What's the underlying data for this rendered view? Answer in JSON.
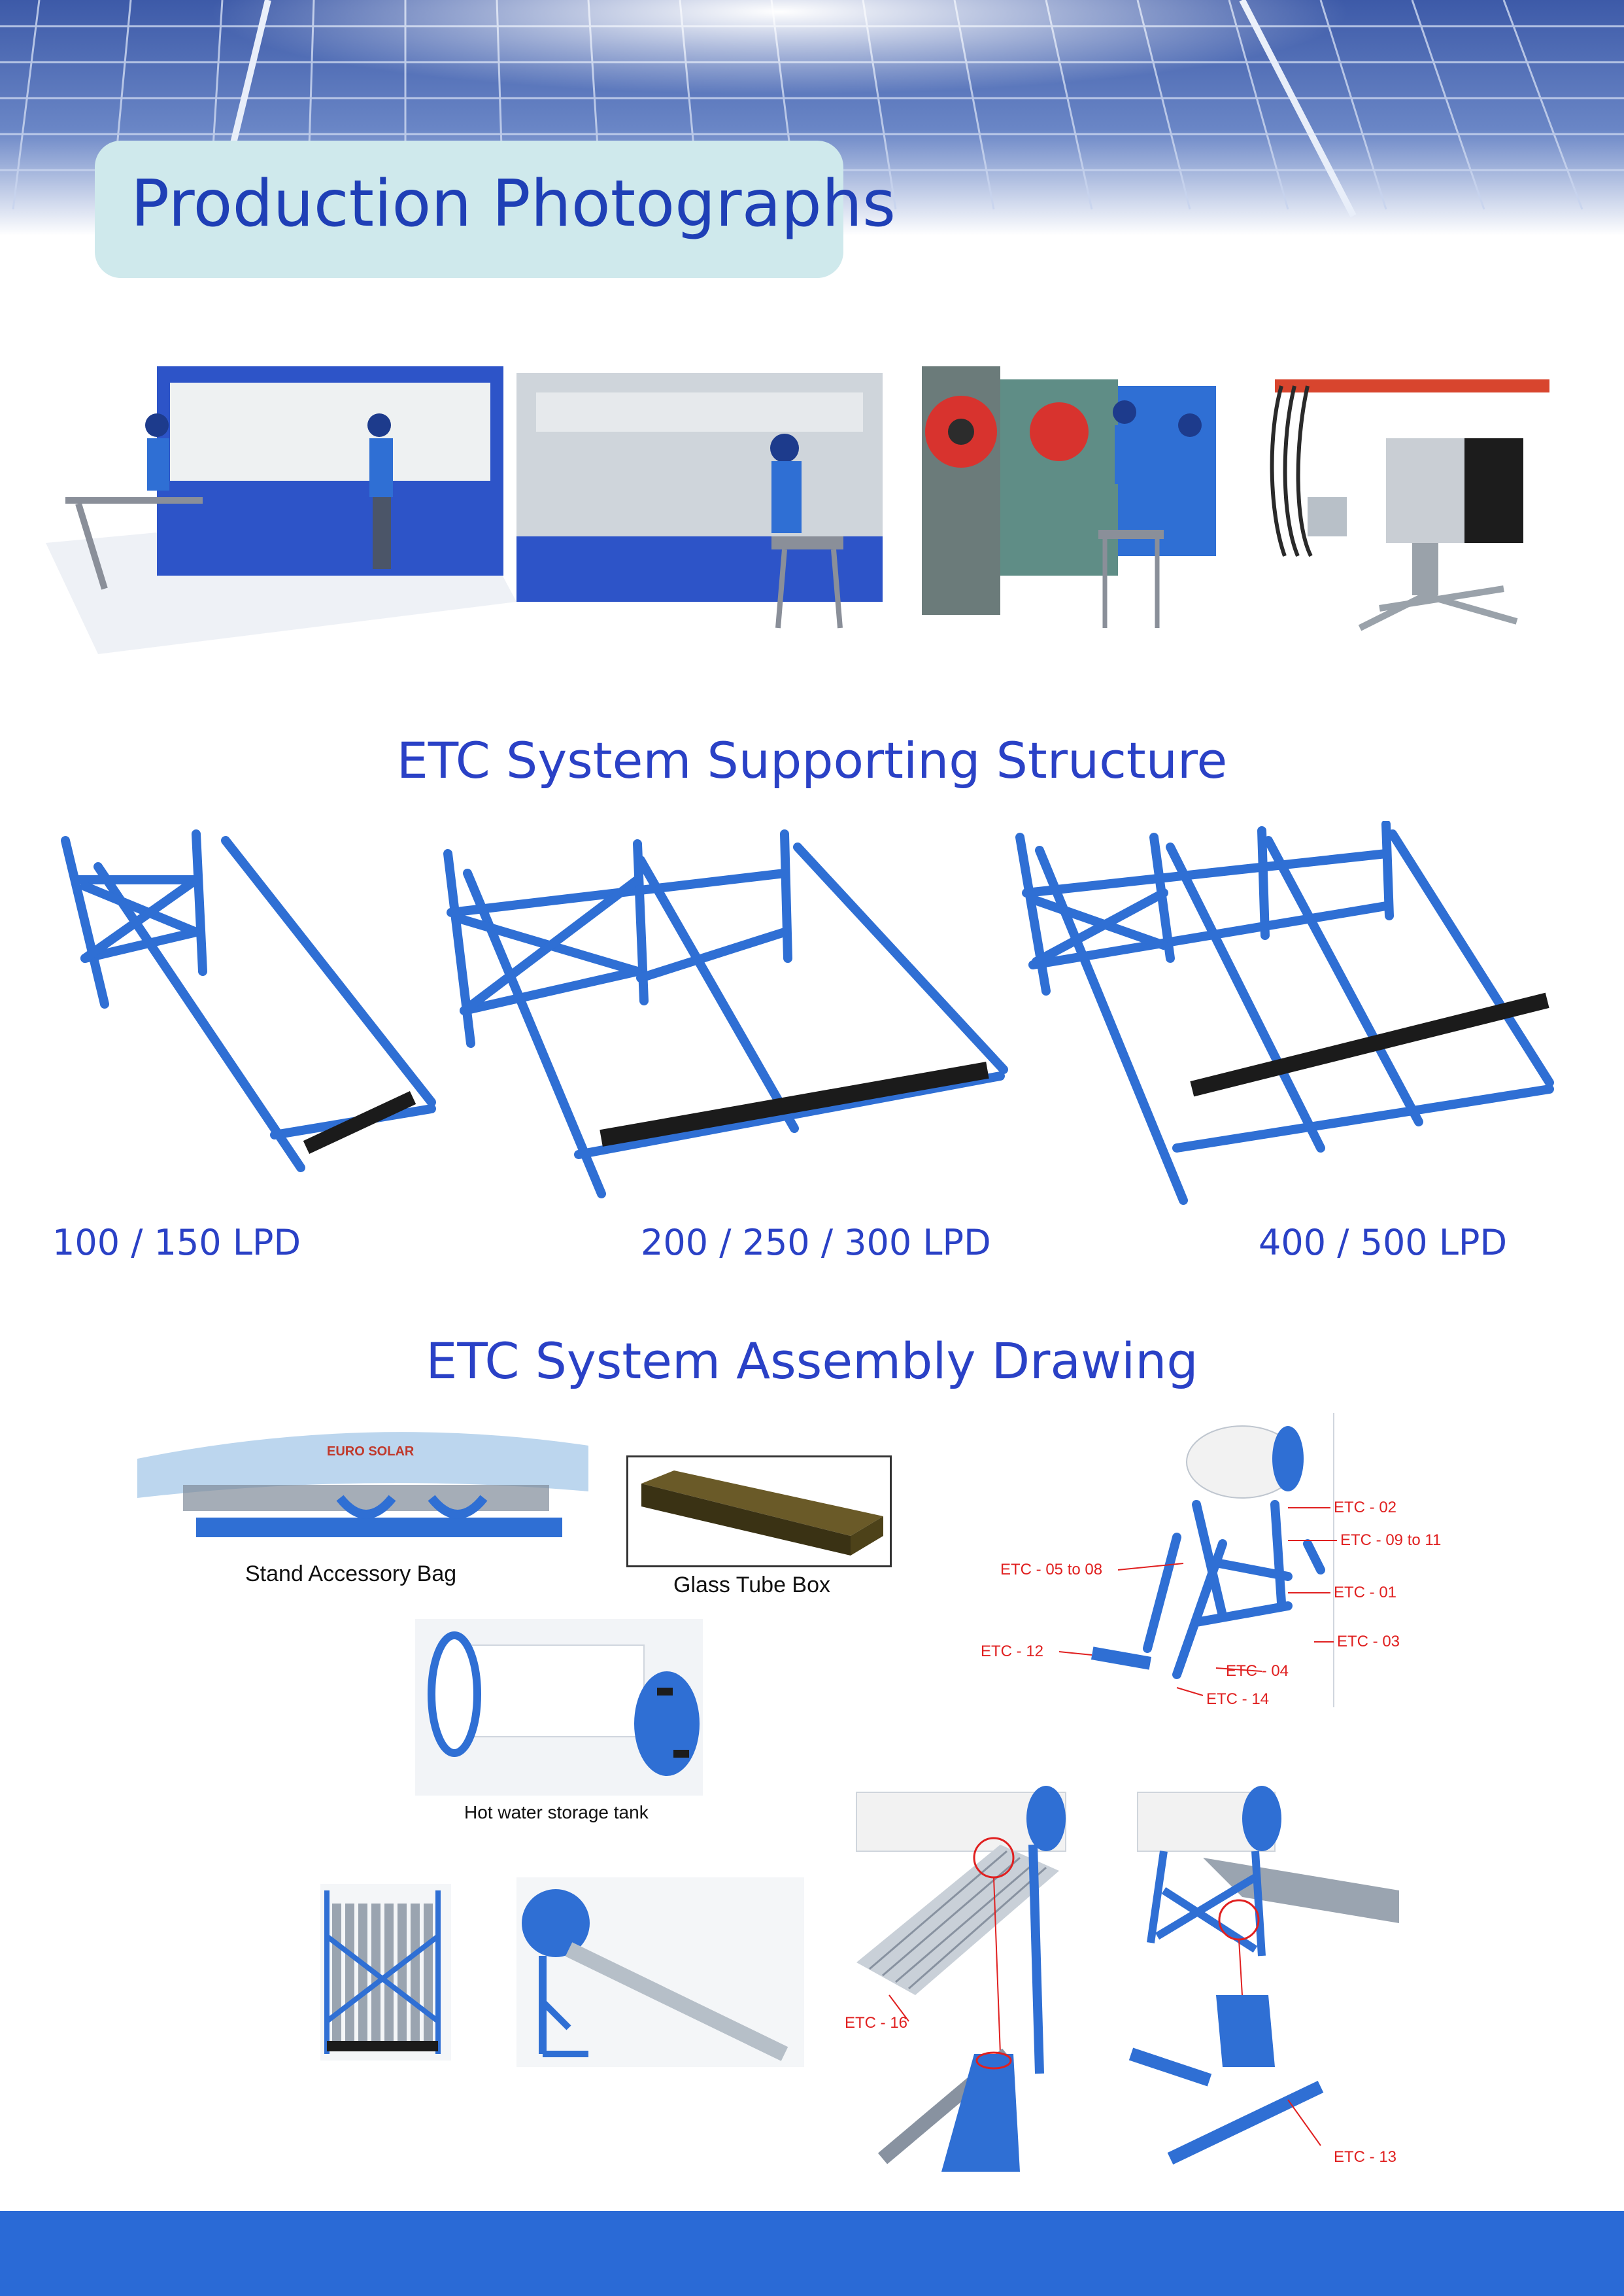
{
  "page": {
    "title": "Production Photographs",
    "supporting_heading": "ETC System Supporting Structure",
    "assembly_heading": "ETC System Assembly Drawing"
  },
  "structures": [
    {
      "label": "100 / 150 LPD"
    },
    {
      "label": "200 / 250 / 300 LPD"
    },
    {
      "label": "400 / 500 LPD"
    }
  ],
  "assembly": {
    "stand_bag": "Stand Accessory Bag",
    "bag_brand": "EURO SOLAR",
    "glass_box": "Glass Tube Box",
    "tank": "Hot water storage tank",
    "labels": {
      "etc02": "ETC - 02",
      "etc09": "ETC - 09 to 11",
      "etc05": "ETC - 05 to 08",
      "etc01": "ETC - 01",
      "etc03": "ETC - 03",
      "etc12": "ETC - 12",
      "etc04": "ETC - 04",
      "etc14": "ETC - 14",
      "etc16": "ETC - 16",
      "etc13": "ETC - 13"
    }
  },
  "colors": {
    "heading": "#2a41c6",
    "title_box": "#cfe9ec",
    "frame_blue": "#2f6fd4",
    "label_red": "#e02020",
    "footer": "#2a6ad6"
  }
}
